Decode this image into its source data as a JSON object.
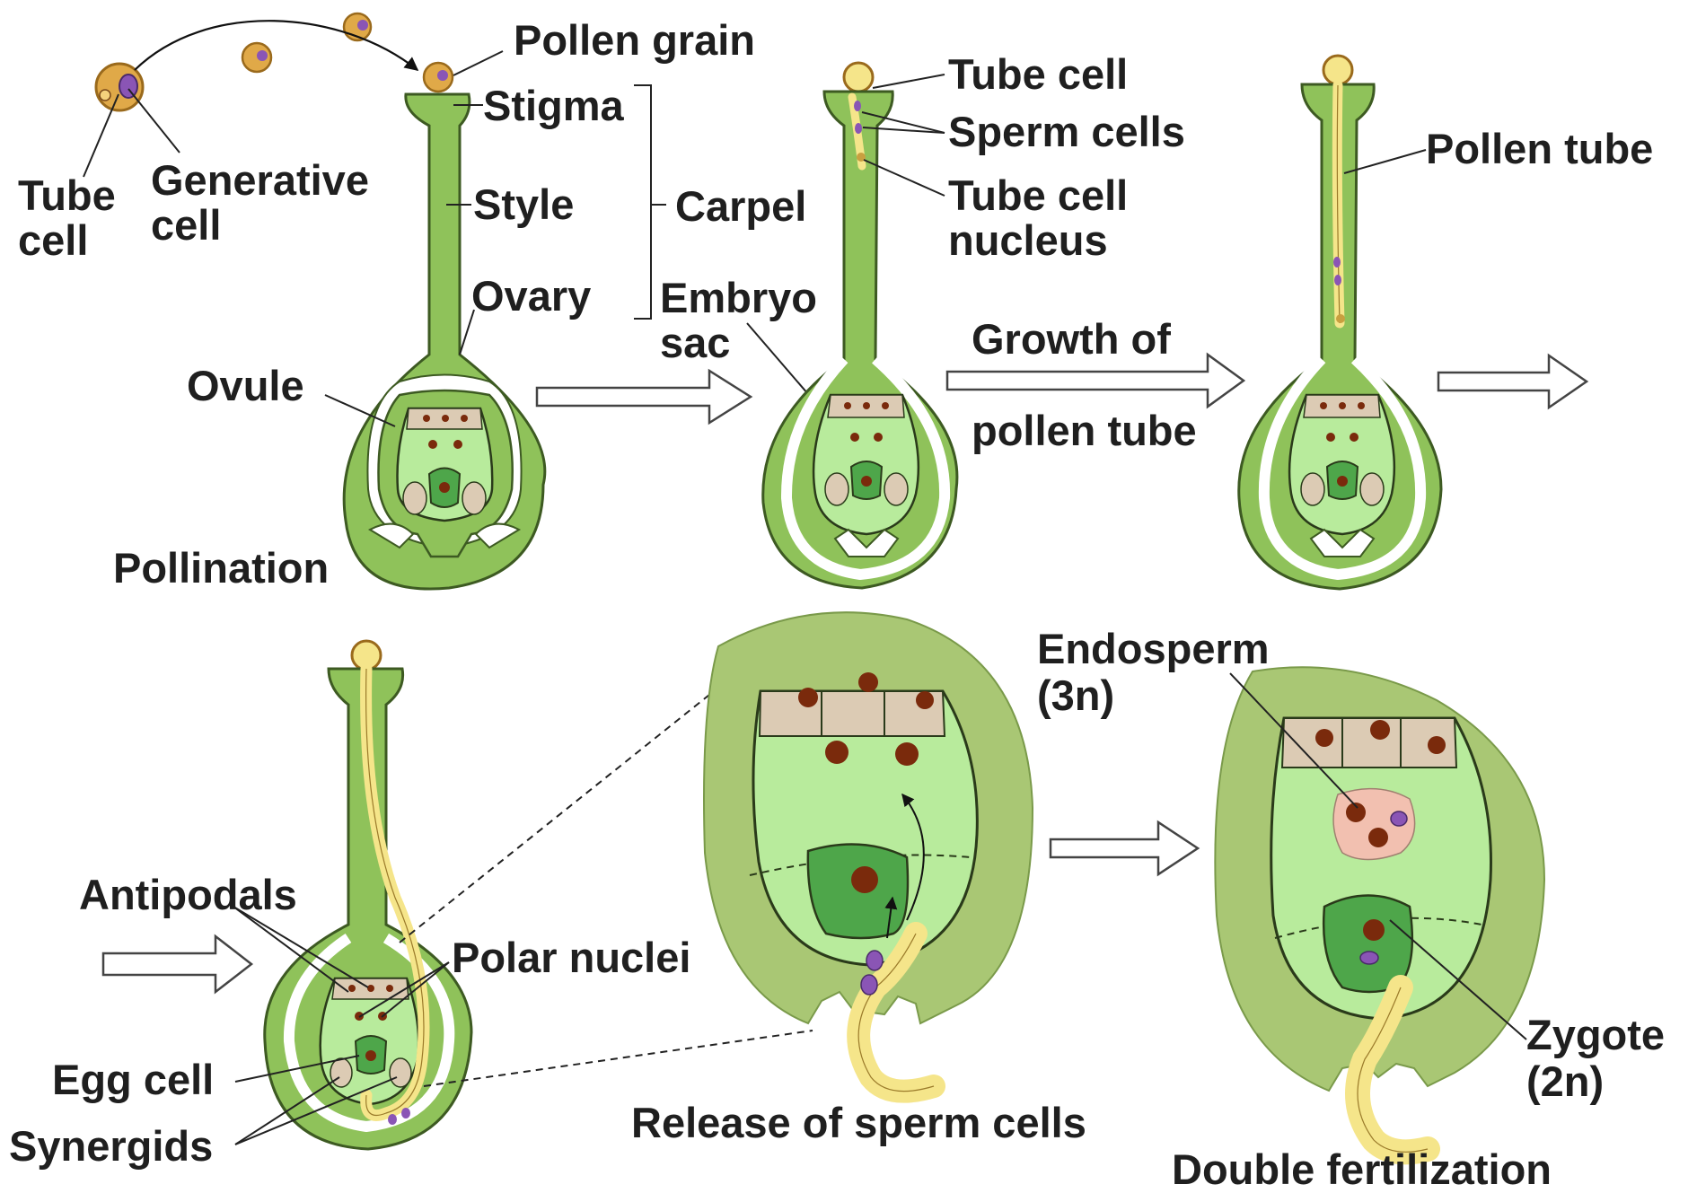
{
  "labels": {
    "pollen_grain": "Pollen grain",
    "stigma": "Stigma",
    "style": "Style",
    "carpel": "Carpel",
    "ovary": "Ovary",
    "embryo_sac": "Embryo\nsac",
    "tube_cell_left": "Tube\ncell",
    "generative_cell": "Generative\ncell",
    "ovule": "Ovule",
    "pollination": "Pollination",
    "tube_cell": "Tube cell",
    "sperm_cells": "Sperm cells",
    "tube_cell_nucleus": "Tube cell\nnucleus",
    "growth_of": "Growth of",
    "pollen_tube_caption": "pollen tube",
    "pollen_tube": "Pollen tube",
    "antipodals": "Antipodals",
    "polar_nuclei": "Polar nuclei",
    "egg_cell": "Egg cell",
    "synergids": "Synergids",
    "release_of_sperm_cells": "Release of sperm cells",
    "endosperm": "Endosperm",
    "endosperm_ploidy": "(3n)",
    "zygote": "Zygote",
    "zygote_ploidy": "(2n)",
    "double_fertilization": "Double fertilization"
  },
  "colors": {
    "carpel_green": "#8fc25a",
    "sac_green": "#b8eb9c",
    "ovule_wall": "#a9c774",
    "pollen_tube": "#f5e58a",
    "pollen_grain": "#e8b44a",
    "nucleus": "#7a2a0c",
    "sperm": "#8a55b5",
    "cell_tan": "#dccbb4",
    "outline": "#2a3a1a"
  }
}
